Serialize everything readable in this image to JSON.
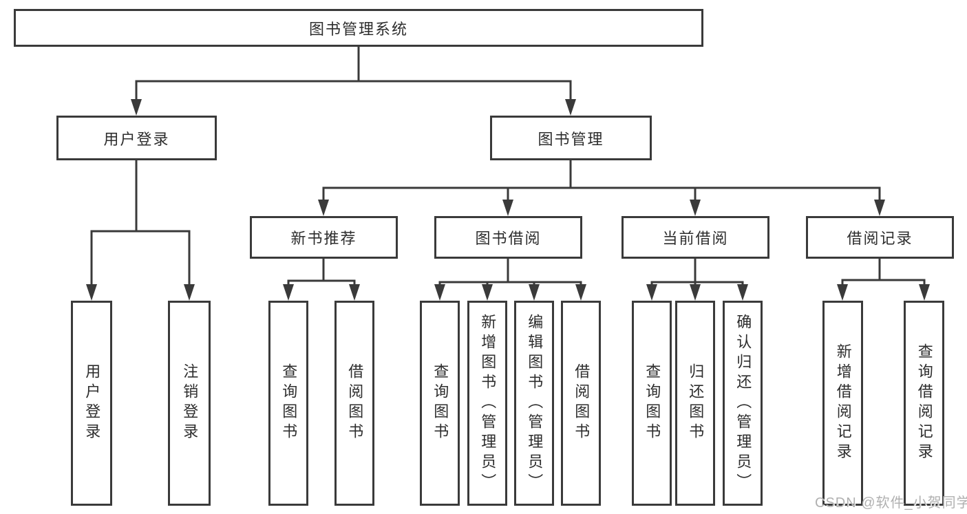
{
  "colors": {
    "line": "#3a3a3a",
    "text": "#2d2d2d",
    "watermark_text": "#b0b0b0",
    "background": "#ffffff"
  },
  "watermark": "CSDN @软件_小贺同学",
  "tree": {
    "root": {
      "label": "图书管理系统",
      "children": [
        {
          "label": "用户登录",
          "children": [
            {
              "label": "用户登录"
            },
            {
              "label": "注销登录"
            }
          ]
        },
        {
          "label": "图书管理",
          "children": [
            {
              "label": "新书推荐",
              "children": [
                {
                  "label": "查询图书"
                },
                {
                  "label": "借阅图书"
                }
              ]
            },
            {
              "label": "图书借阅",
              "children": [
                {
                  "label": "查询图书"
                },
                {
                  "label": "新增图书（管理员）"
                },
                {
                  "label": "编辑图书（管理员）"
                },
                {
                  "label": "借阅图书"
                }
              ]
            },
            {
              "label": "当前借阅",
              "children": [
                {
                  "label": "查询图书"
                },
                {
                  "label": "归还图书"
                },
                {
                  "label": "确认归还（管理员）"
                }
              ]
            },
            {
              "label": "借阅记录",
              "children": [
                {
                  "label": "新增借阅记录"
                },
                {
                  "label": "查询借阅记录"
                }
              ]
            }
          ]
        }
      ]
    }
  }
}
